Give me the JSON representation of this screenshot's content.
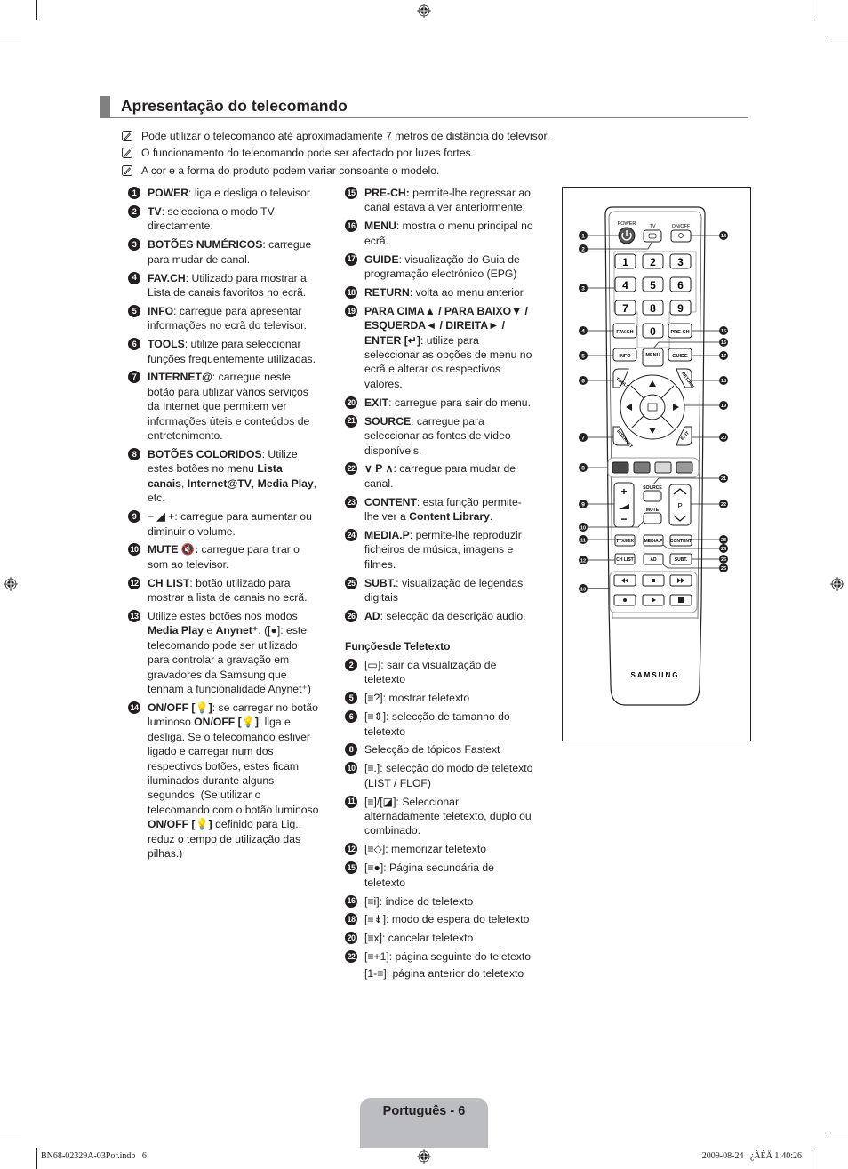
{
  "header": {
    "title": "Apresentação do telecomando"
  },
  "notes": [
    "Pode utilizar o telecomando até aproximadamente 7 metros de distância do televisor.",
    "O funcionamento do telecomando pode ser afectado por luzes fortes.",
    "A cor e a forma do produto podem variar consoante o modelo."
  ],
  "left_column": [
    {
      "num": "1",
      "bold": "POWER",
      "text": ": liga e desliga o televisor."
    },
    {
      "num": "2",
      "bold": "TV",
      "text": ": selecciona o modo TV directamente."
    },
    {
      "num": "3",
      "bold": "BOTÕES NUMÉRICOS",
      "text": ": carregue para mudar de canal."
    },
    {
      "num": "4",
      "bold": "FAV.CH",
      "text": ": Utilizado para mostrar a Lista de canais favoritos no ecrã."
    },
    {
      "num": "5",
      "bold": "INFO",
      "text": ": carregue para apresentar informações no ecrã do televisor."
    },
    {
      "num": "6",
      "bold": "TOOLS",
      "text": ": utilize para seleccionar funções frequentemente utilizadas."
    },
    {
      "num": "7",
      "bold": "INTERNET@",
      "text": ": carregue neste botão para utilizar vários serviços da Internet que permitem ver informações úteis e conteúdos de entretenimento."
    },
    {
      "num": "8",
      "bold": "BOTÕES COLORIDOS",
      "text": ": Utilize estes botões no menu ",
      "bold2": "Lista canais",
      "text2": ", ",
      "bold3": "Internet@TV",
      "text3": ", ",
      "bold4": "Media Play",
      "text4": ", etc."
    },
    {
      "num": "9",
      "bold": "− ◢ +",
      "text": ": carregue para aumentar ou diminuir o volume."
    },
    {
      "num": "10",
      "bold": "MUTE 🔇:",
      "text": " carregue para tirar o som ao televisor."
    },
    {
      "num": "12",
      "bold": "CH LIST",
      "text": ": botão utilizado para mostrar a lista de canais no ecrã."
    },
    {
      "num": "13",
      "bold": "",
      "text": "Utilize estes botões nos modos ",
      "bold2": "Media Play",
      "text2": " e ",
      "bold3": "Anynet⁺",
      "text3": ". ([●]: este telecomando pode ser utilizado para controlar a gravação em gravadores da Samsung que tenham a funcionalidade Anynet⁺)"
    },
    {
      "num": "14",
      "bold": "ON/OFF [💡]",
      "text": ": se carregar no botão luminoso ",
      "bold2": "ON/OFF [💡]",
      "text2": ", liga e desliga. Se o telecomando estiver ligado e carregar num dos respectivos botões, estes ficam iluminados durante alguns segundos. (Se utilizar o telecomando com o botão luminoso ",
      "bold3": "ON/OFF [💡]",
      "text3": " definido para Lig., reduz o tempo de utilização das pilhas.)"
    }
  ],
  "right_column": [
    {
      "num": "15",
      "bold": "PRE-CH:",
      "text": " permite-lhe regressar ao canal estava a ver anteriormente."
    },
    {
      "num": "16",
      "bold": "MENU",
      "text": ": mostra o menu principal no ecrã."
    },
    {
      "num": "17",
      "bold": "GUIDE",
      "text": ": visualização do Guia de programação electrónico (EPG)"
    },
    {
      "num": "18",
      "bold": "RETURN",
      "text": ": volta ao menu anterior"
    },
    {
      "num": "19",
      "bold": "PARA CIMA▲ / PARA BAIXO▼ / ESQUERDA◄ / DIREITA► / ENTER [↵]",
      "text": ": utilize para seleccionar as opções de menu no ecrã e alterar os respectivos valores."
    },
    {
      "num": "20",
      "bold": "EXIT",
      "text": ": carregue para sair do menu."
    },
    {
      "num": "21",
      "bold": "SOURCE",
      "text": ": carregue para seleccionar as fontes de vídeo disponíveis."
    },
    {
      "num": "22",
      "bold": "∨ P ∧",
      "text": ": carregue para mudar de canal."
    },
    {
      "num": "23",
      "bold": "CONTENT",
      "text": ": esta função permite-lhe ver a ",
      "bold2": "Content Library",
      "text2": "."
    },
    {
      "num": "24",
      "bold": "MEDIA.P",
      "text": ": permite-lhe reproduzir ficheiros de música, imagens e filmes."
    },
    {
      "num": "25",
      "bold": "SUBT.",
      "text": ": visualização de legendas digitais"
    },
    {
      "num": "26",
      "bold": "AD",
      "text": ": selecção da descrição áudio."
    }
  ],
  "teletext": {
    "heading": "Funçõesde Teletexto",
    "items": [
      {
        "num": "2",
        "text": "[▭]: sair da visualização de teletexto"
      },
      {
        "num": "5",
        "text": "[≡?]: mostrar teletexto"
      },
      {
        "num": "6",
        "text": "[≡⇕]: selecção de tamanho do teletexto"
      },
      {
        "num": "8",
        "text": "Selecção de tópicos Fastext"
      },
      {
        "num": "10",
        "text": "[≡.]: selecção do modo de teletexto (LIST / FLOF)"
      },
      {
        "num": "11",
        "text": "[≡]/[◪]: Seleccionar alternadamente teletexto, duplo ou combinado."
      },
      {
        "num": "12",
        "text": "[≡◇]: memorizar teletexto"
      },
      {
        "num": "15",
        "text": "[≡●]: Página secundária de teletexto"
      },
      {
        "num": "16",
        "text": "[≡i]: índice do teletexto"
      },
      {
        "num": "18",
        "text": "[≡⇟]: modo de espera do teletexto"
      },
      {
        "num": "20",
        "text": "[≡x]: cancelar teletexto"
      },
      {
        "num": "22",
        "text": "[≡+1]: página seguinte do teletexto"
      },
      {
        "num": "",
        "text": "[1-≡]: página anterior do teletexto"
      }
    ]
  },
  "remote": {
    "labels": {
      "power": "POWER",
      "tv": "TV",
      "onoff": "ON/OFF",
      "digits": [
        "1",
        "2",
        "3",
        "4",
        "5",
        "6",
        "7",
        "8",
        "9",
        "0"
      ],
      "favch": "FAV.CH",
      "prech": "PRE-CH",
      "info": "INFO",
      "menu": "MENU",
      "guide": "GUIDE",
      "tools": "TOOLS",
      "return": "RETURN",
      "internet": "INTERNET",
      "exit": "EXIT",
      "source": "SOURCE",
      "mute": "MUTE",
      "p": "P",
      "ttxmix": "TTX/MIX",
      "mediap": "MEDIA.P",
      "content": "CONTENT",
      "chlist": "CH LIST",
      "ad": "AD",
      "subt": "SUBT.",
      "brand": "SAMSUNG"
    },
    "callouts_left": [
      "1",
      "2",
      "3",
      "4",
      "5",
      "6",
      "7",
      "8",
      "9",
      "10",
      "11",
      "12",
      "13"
    ],
    "callouts_right": [
      "14",
      "15",
      "16",
      "17",
      "18",
      "19",
      "20",
      "21",
      "22",
      "23",
      "24",
      "25",
      "26"
    ],
    "color_buttons": [
      "#4a4a4a",
      "#7a7a7a",
      "#d8d8d8",
      "#9a9a9a"
    ]
  },
  "footer": {
    "page_label": "Português - 6",
    "slug_left": "BN68-02329A-03Por.indb   6",
    "slug_right": "2009-08-24   ¿ÀÈÄ 1:40:26"
  }
}
